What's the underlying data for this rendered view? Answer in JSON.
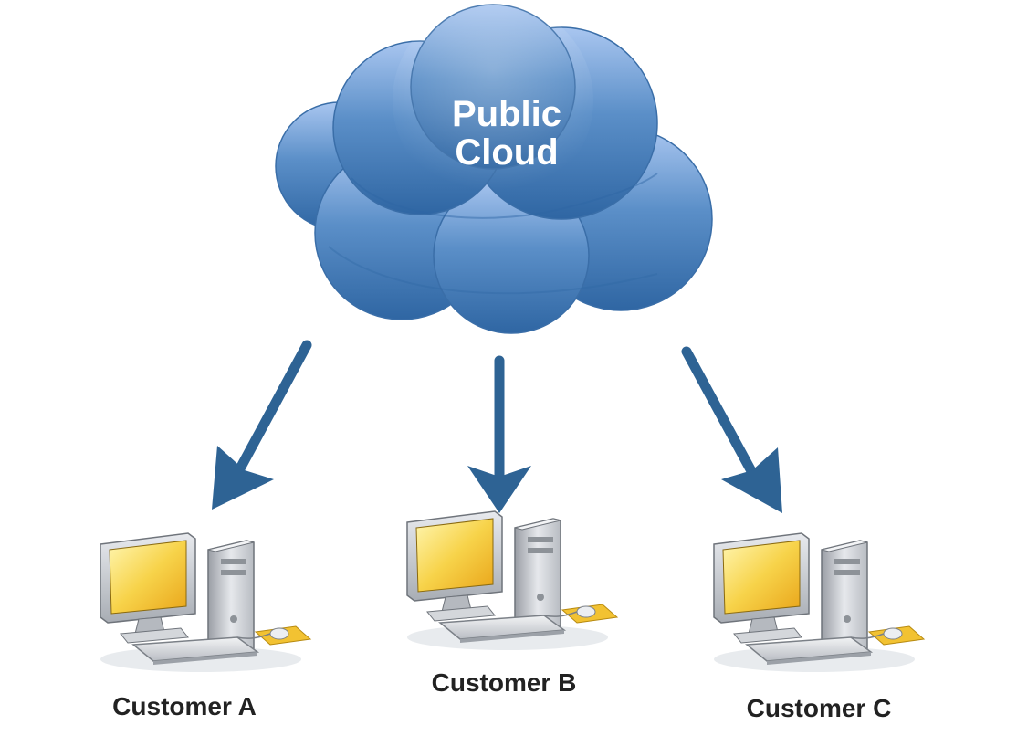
{
  "cloud": {
    "line1": "Public",
    "line2": "Cloud",
    "color_light": "#a9c6f0",
    "color_mid": "#5b8fc8",
    "color_dark": "#2f66a3"
  },
  "arrow_color": "#2e6394",
  "customers": [
    {
      "label": "Customer A"
    },
    {
      "label": "Customer B"
    },
    {
      "label": "Customer C"
    }
  ],
  "icons": {
    "cloud": "cloud-icon",
    "computer": "desktop-computer-icon"
  }
}
